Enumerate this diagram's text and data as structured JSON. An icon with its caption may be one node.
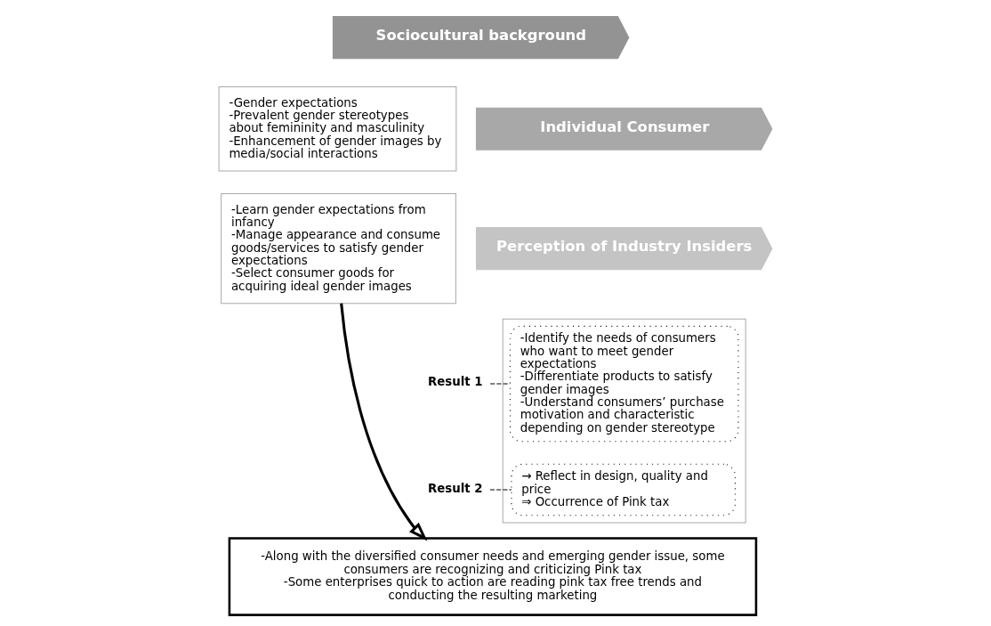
{
  "diagram": {
    "nodes": [
      {
        "text": [
          "Sociocultural background"
        ]
      },
      {
        "text": [
          "-Gender expectations",
          "-Prevalent gender stereotypes about femininity and masculinity",
          "-Enhancement of gender images by media/social interactions"
        ]
      },
      {
        "text": [
          "Individual Consumer"
        ]
      },
      {
        "text": [
          "-Learn gender expectations from infancy",
          "-Manage appearance and consume goods/services to satisfy gender expectations",
          "-Select consumer goods for acquiring ideal gender images"
        ]
      },
      {
        "text": [
          "Perception of Industry Insiders"
        ]
      },
      {
        "text": [],
        "shape": "box"
      },
      {
        "text": [
          "-Identify the needs of consumers who want to meet gender expectations",
          "-Differentiate products to satisfy gender images",
          "-Understand consumers’ purchase motivation and characteristic depending on gender stereotype"
        ],
        "in": 5
      },
      {
        "text": [
          "→ Reflect in design, quality and price",
          "⇒ Occurrence of Pink tax"
        ],
        "in": 5
      },
      {
        "text": [
          "Result 1"
        ]
      },
      {
        "text": [
          "Result 2"
        ]
      },
      {
        "text": [
          "-Along with the diversified consumer needs and emerging gender issue, some consumers are recognizing and criticizing Pink tax",
          "-Some enterprises quick to action are reading pink tax free trends and conducting the resulting marketing"
        ]
      }
    ],
    "edges": [
      {
        "from": 8,
        "to": 6,
        "arrow": "none",
        "style": "dashed"
      },
      {
        "from": 9,
        "to": 7,
        "arrow": "none",
        "style": "dashed"
      },
      {
        "from": 3,
        "to": 10,
        "arrow": "to",
        "style": "thick"
      }
    ]
  }
}
